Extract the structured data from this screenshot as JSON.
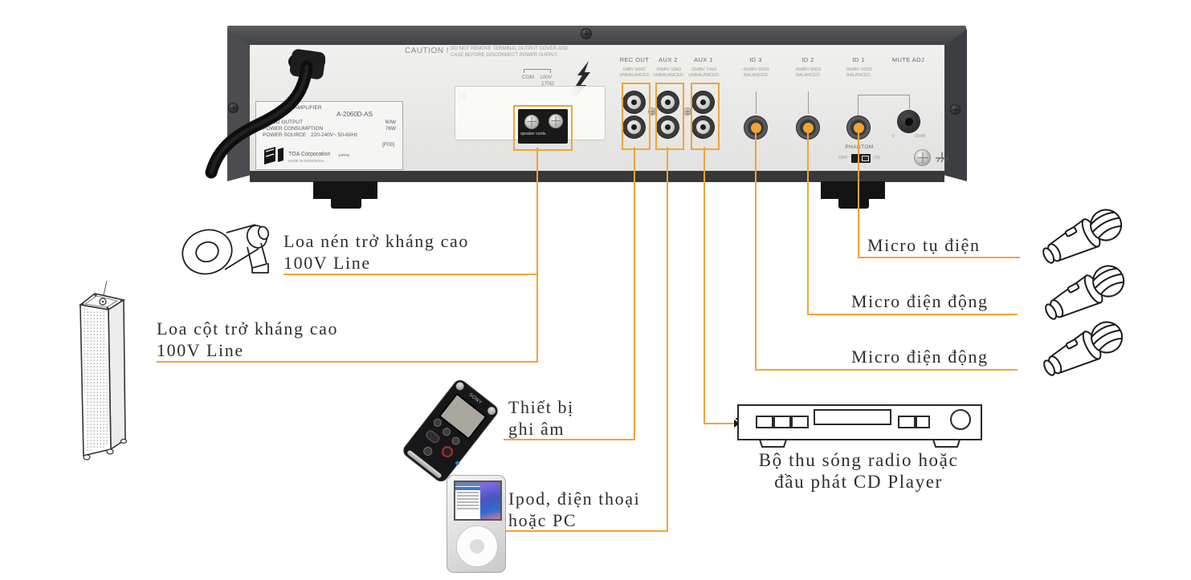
{
  "colors": {
    "accent_orange": "#F0A436",
    "panel_face": "#EAEAE8",
    "panel_trim": "#45474A",
    "callout_text": "#2E2E2E"
  },
  "panel": {
    "caution": {
      "title": "CAUTION !",
      "line1": "DO NOT REMOVE TERMINAL OUTPUT COVER AND",
      "line2": "CASE BEFORE DISCONNECT POWER SUPPLY."
    },
    "speaker_terminal": {
      "com": "COM",
      "volt": "100V",
      "impedance": "170Ω",
      "block_text": "speaker cords."
    },
    "nameplate": {
      "product": "PA AMPLIFIER",
      "model": "A-2060D-AS",
      "rated_output_label": "RATED OUTPUT",
      "rated_output_value": "60W",
      "power_consumption_label": "POWER CONSUMPTION",
      "power_consumption_value": "76W",
      "power_source_label": "POWER SOURCE",
      "power_source_value": "220-240V~  50-60Hz",
      "code": "[F00]",
      "brand": "TOA Corporation",
      "brand_country": "JAPAN",
      "made_in": "MADE IN INDONESIA"
    },
    "jacks": [
      {
        "label": "REC OUT",
        "spec1": "0dBV 600Ω",
        "spec2": "UNBALANCED"
      },
      {
        "label": "AUX 2",
        "spec1": "-20dBV 10kΩ",
        "spec2": "UNBALANCED"
      },
      {
        "label": "AUX 1",
        "spec1": "-20dBV 10kΩ",
        "spec2": "UNBALANCED"
      },
      {
        "label": "ID 3",
        "spec1": "-60dBV 600Ω",
        "spec2": "BALANCED"
      },
      {
        "label": "ID 2",
        "spec1": "-60dBV 600Ω",
        "spec2": "BALANCED"
      },
      {
        "label": "ID 1",
        "spec1": "-60dBV 600Ω",
        "spec2": "BALANCED"
      }
    ],
    "mute_adj": {
      "label": "MUTE ADJ",
      "scale_left": "0",
      "scale_right": "-30dB"
    },
    "phantom": {
      "label": "PHANTOM",
      "off": "OFF",
      "on": "ON"
    }
  },
  "devices": {
    "recorder_brand": "SONY"
  },
  "callouts": {
    "horn_speaker": {
      "line1": "Loa nén  trở kháng cao",
      "line2": "100V Line"
    },
    "column_speaker": {
      "line1": "Loa cột trở kháng cao",
      "line2": "100V Line"
    },
    "recorder": {
      "line1": "Thiết bị",
      "line2": "ghi âm"
    },
    "ipod": {
      "line1": "Ipod, điện thoại",
      "line2": "hoặc PC"
    },
    "condenser_mic": {
      "label": "Micro tụ điện"
    },
    "dynamic_mic_1": {
      "label": "Micro điện động"
    },
    "dynamic_mic_2": {
      "label": "Micro điện động"
    },
    "cd_player": {
      "line1": "Bộ thu sóng radio hoặc",
      "line2": "đầu phát CD Player"
    }
  }
}
